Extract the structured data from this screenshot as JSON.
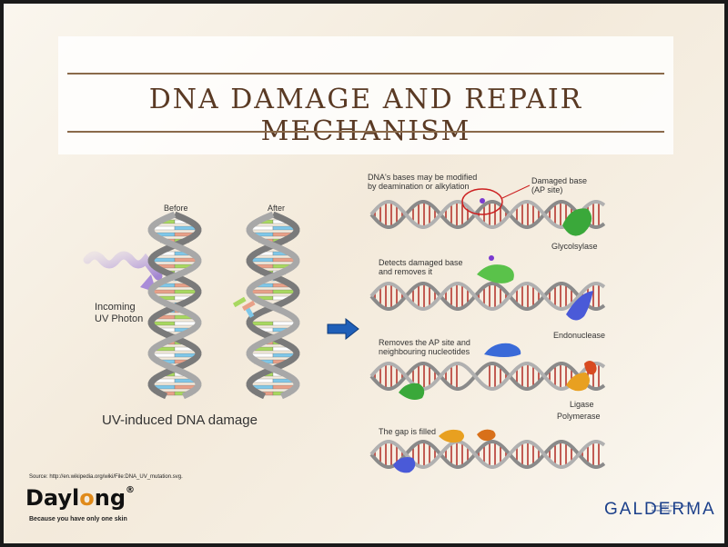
{
  "title": "DNA Damage and Repair Mechanism",
  "left_panel": {
    "before_label": "Before",
    "after_label": "After",
    "uv_label_line1": "Incoming",
    "uv_label_line2": "UV Photon",
    "caption": "UV-induced DNA damage"
  },
  "steps": [
    {
      "text1": "DNA's bases may be modified",
      "text2": "by deamination or alkylation",
      "callout1": "Damaged base",
      "callout2": "(AP site)",
      "enzyme": "Glycolsylase"
    },
    {
      "text1": "Detects damaged base",
      "text2": "and removes it",
      "enzyme": "Endonuclease"
    },
    {
      "text1": "Removes the AP site and",
      "text2": "neighbouring nucleotides",
      "enzyme1": "Ligase",
      "enzyme2": "Polymerase"
    },
    {
      "text1": "The gap is filled"
    }
  ],
  "source": "Source: http://en.wikipedia.org/wiki/File:DNA_UV_mutation.svg.",
  "brand": {
    "daylong_a": "Dayl",
    "daylong_o": "o",
    "daylong_b": "ng",
    "daylong_mark": "®",
    "daylong_tagline": "Because you have only one skin",
    "galderma": "GALDERMA",
    "galderma_tagline": "Committed to the future of dermatology"
  },
  "colors": {
    "title": "#5a3a24",
    "rule": "#8a6a4a",
    "arrow": "#1f5fb8",
    "galderma": "#1b3f8a",
    "rung": "#b5372f",
    "backbone": "#9a9a9a"
  }
}
